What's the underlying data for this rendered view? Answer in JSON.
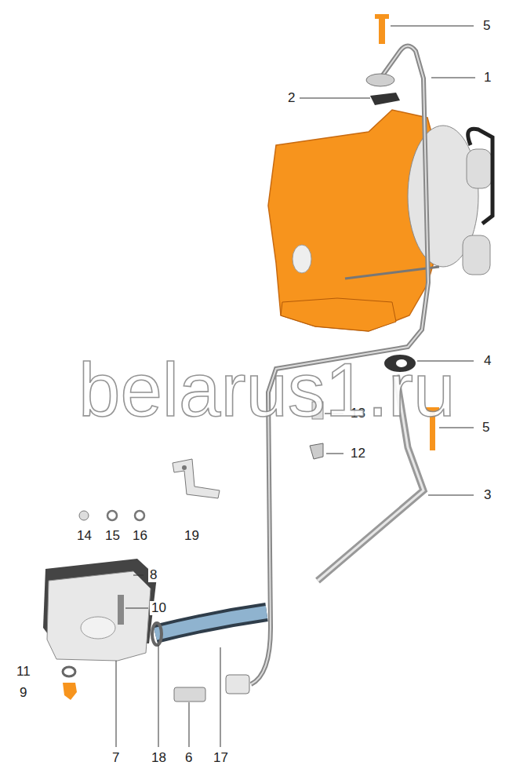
{
  "diagram": {
    "labels": [
      "5",
      "1",
      "2",
      "4",
      "13",
      "5",
      "12",
      "3",
      "14",
      "15",
      "16",
      "19",
      "8",
      "10",
      "11",
      "9",
      "7",
      "18",
      "6",
      "17",
      "belarus1.ru"
    ]
  }
}
